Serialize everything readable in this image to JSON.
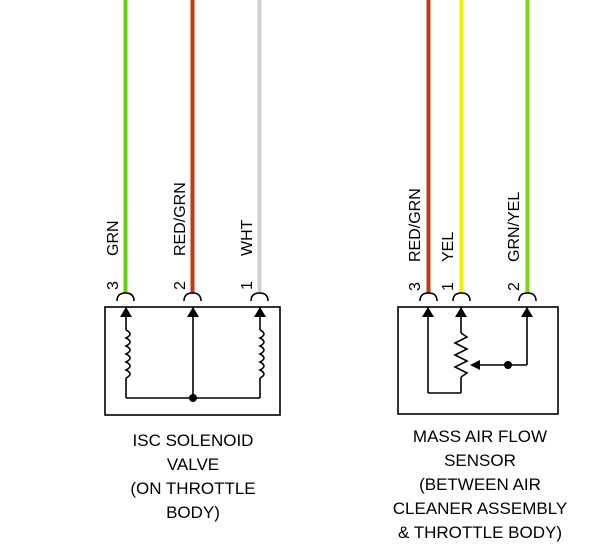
{
  "wire_colors": {
    "GRN": "#66cc11",
    "RED/GRN": "#c23a14",
    "WHT": "#cfcfcf",
    "YEL": "#f2ee00",
    "GRN/YEL": "#7fd21a"
  },
  "isc_solenoid": {
    "pins": [
      {
        "pin": "3",
        "wire": "GRN"
      },
      {
        "pin": "2",
        "wire": "RED/GRN"
      },
      {
        "pin": "1",
        "wire": "WHT"
      }
    ],
    "caption": [
      "ISC SOLENOID",
      "VALVE",
      "(ON THROTTLE",
      "BODY)"
    ]
  },
  "maf_sensor": {
    "pins": [
      {
        "pin": "3",
        "wire": "RED/GRN"
      },
      {
        "pin": "1",
        "wire": "YEL"
      },
      {
        "pin": "2",
        "wire": "GRN/YEL"
      }
    ],
    "caption": [
      "MASS AIR FLOW",
      "SENSOR",
      "(BETWEEN AIR",
      "CLEANER ASSEMBLY",
      "& THROTTLE BODY)"
    ]
  }
}
